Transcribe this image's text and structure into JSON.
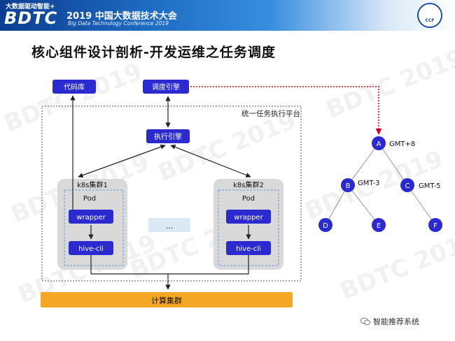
{
  "header": {
    "tagline": "大数据驱动智能+",
    "brand": "BDTC",
    "conference_cn": "2019 中国大数据技术大会",
    "conference_en": "Big Data Technology Conference 2019",
    "seal_text": "CCF"
  },
  "slide": {
    "title": "核心组件设计剖析-开发运维之任务调度"
  },
  "watermark": "BDTC 2019",
  "diagram": {
    "code_repo": "代码库",
    "scheduler_engine": "调度引擎",
    "platform_label": "统一任务执行平台",
    "exec_engine": "执行引擎",
    "cluster1": "k8s集群1",
    "cluster2": "k8s集群2",
    "pod": "Pod",
    "wrapper": "wrapper",
    "hive_cli": "hive-cli",
    "ellipsis": "...",
    "compute_cluster": "计算集群"
  },
  "tree": {
    "nodes": [
      {
        "id": "A",
        "tz": "GMT+8"
      },
      {
        "id": "B",
        "tz": "GMT-3"
      },
      {
        "id": "C",
        "tz": "GMT-5"
      },
      {
        "id": "D",
        "tz": ""
      },
      {
        "id": "E",
        "tz": ""
      },
      {
        "id": "F",
        "tz": ""
      }
    ]
  },
  "footer": {
    "account": "智能推荐系统"
  },
  "colors": {
    "node_blue": "#2a2ad0",
    "orange": "#f5a623",
    "red_dotted": "#d0021b",
    "gray_box": "#d9d9d9"
  }
}
